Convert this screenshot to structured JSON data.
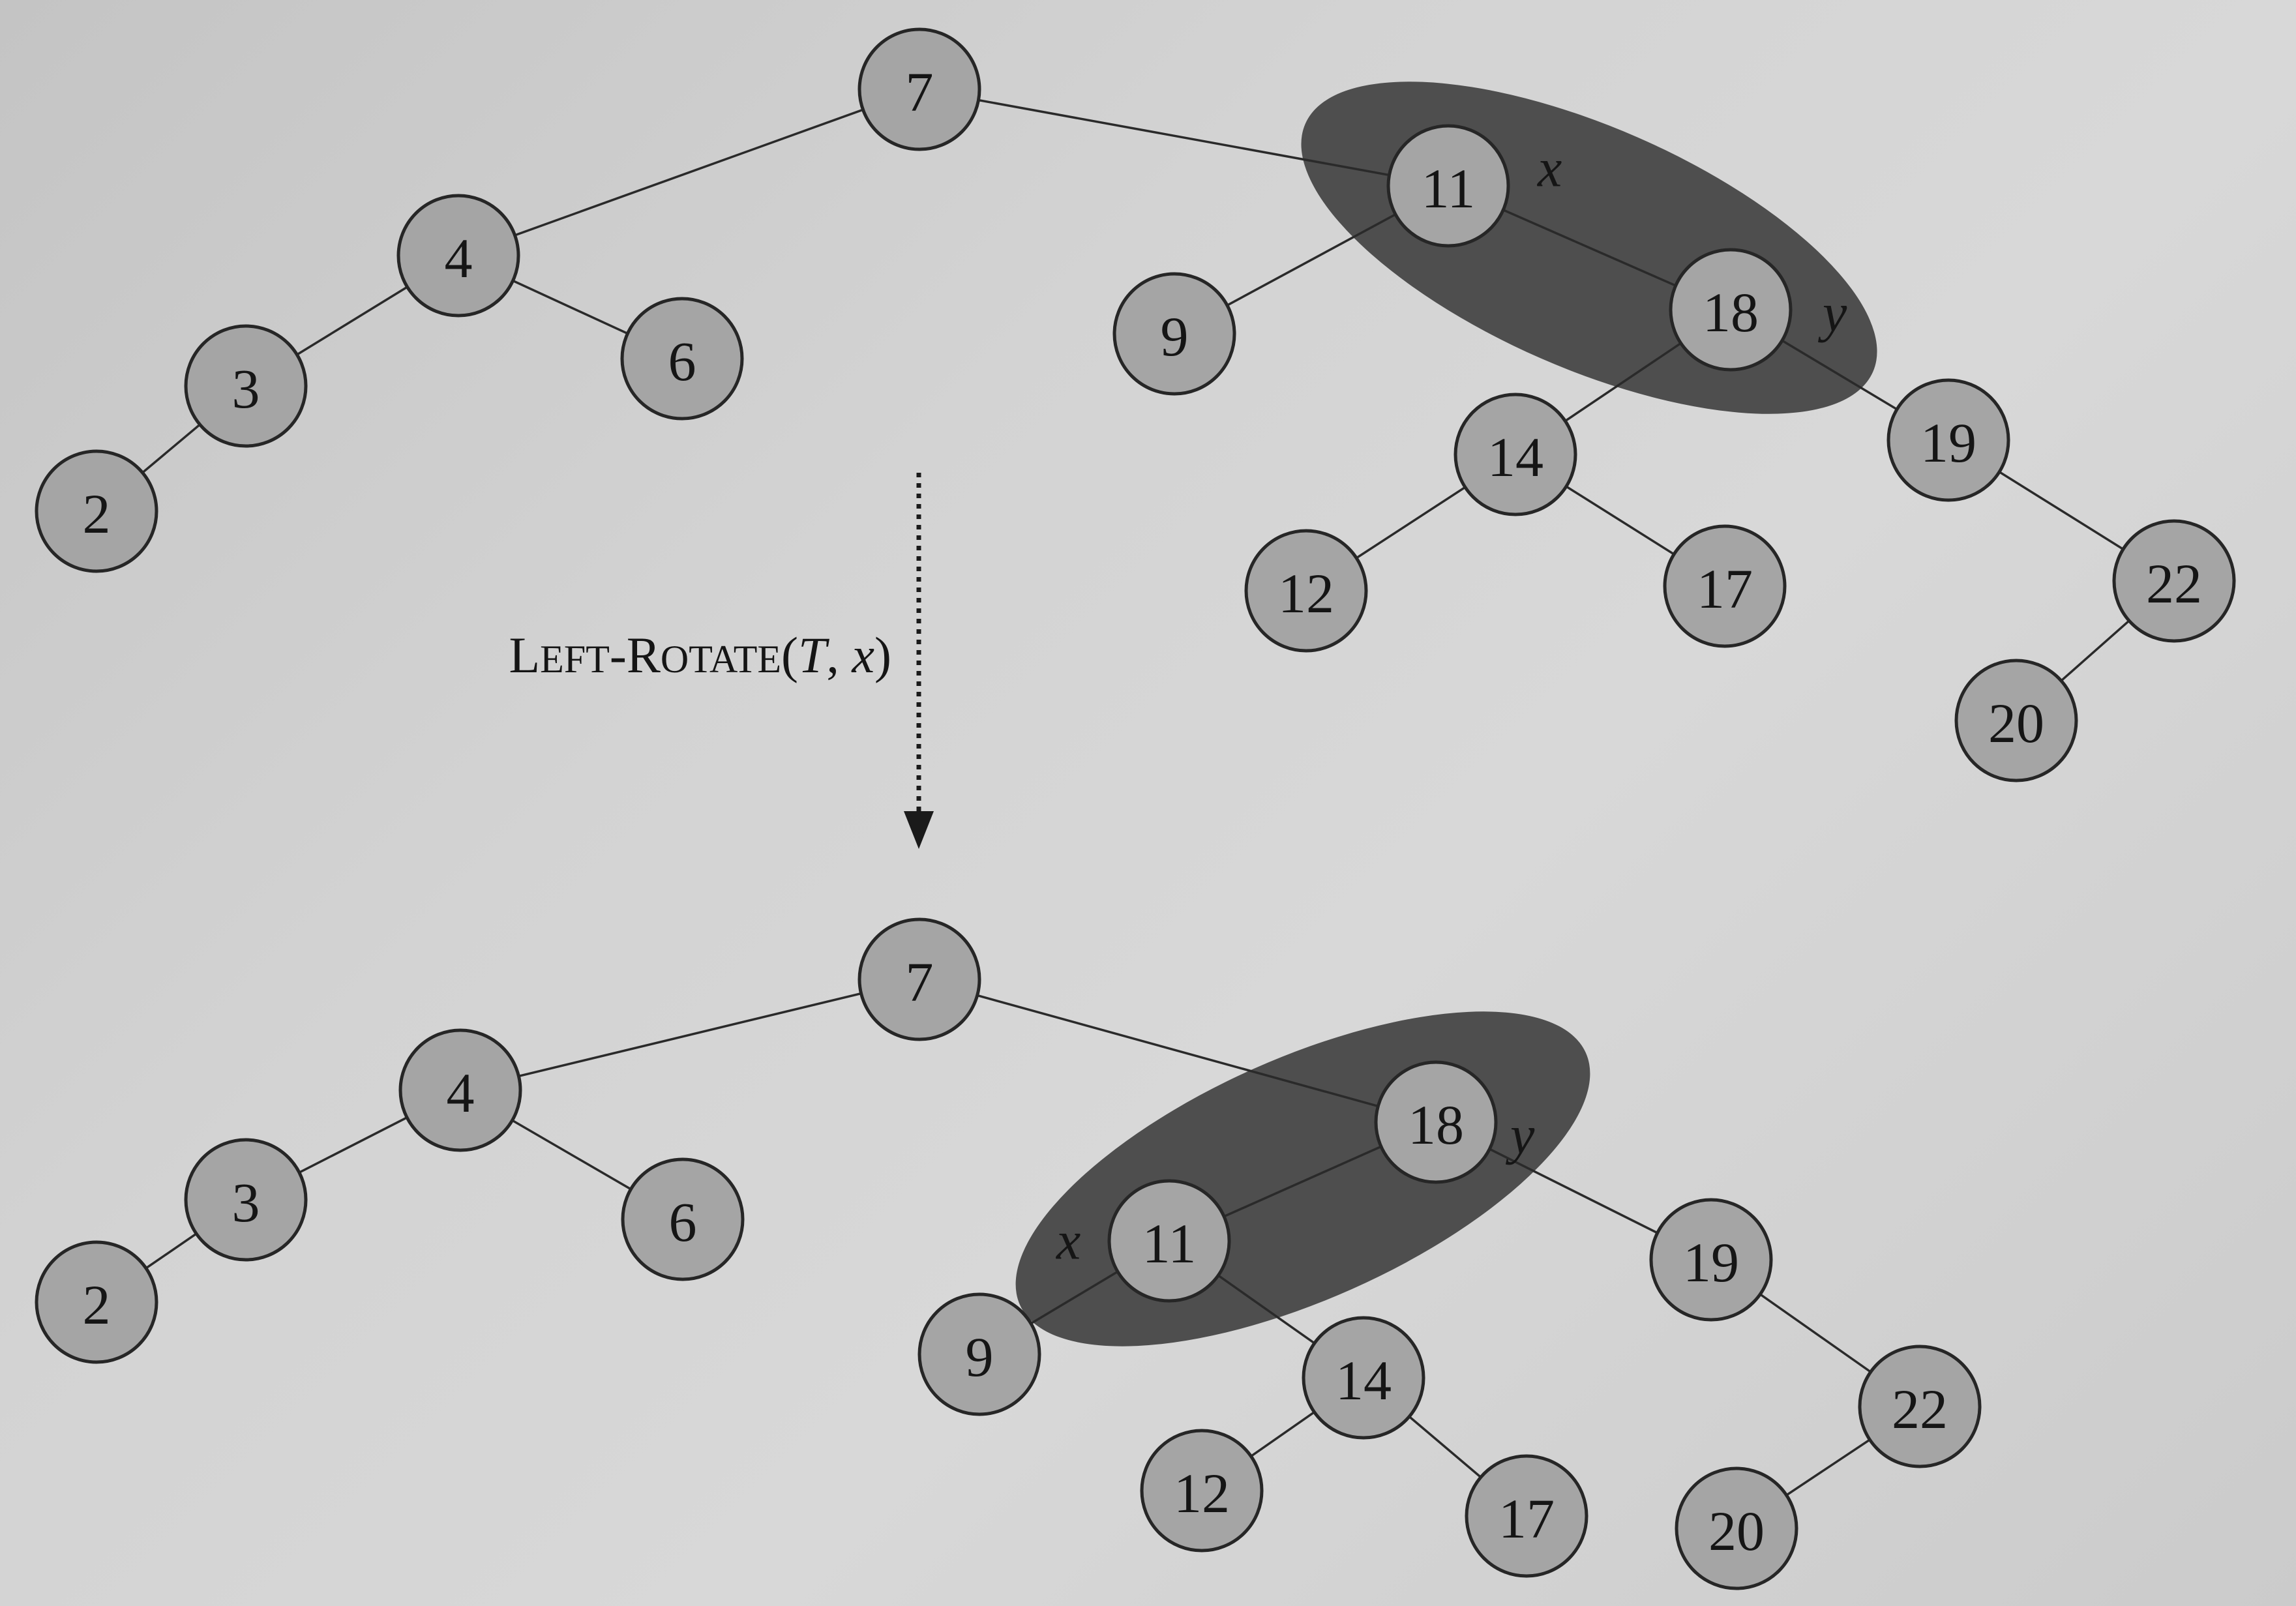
{
  "operation": {
    "name": "LEFT-ROTATE",
    "args": "(T, x)",
    "arg_tree": "T",
    "arg_node": "x"
  },
  "before": {
    "nodes": [
      {
        "id": "7",
        "label": "7"
      },
      {
        "id": "4",
        "label": "4"
      },
      {
        "id": "3",
        "label": "3"
      },
      {
        "id": "2",
        "label": "2"
      },
      {
        "id": "6",
        "label": "6"
      },
      {
        "id": "11",
        "label": "11"
      },
      {
        "id": "9",
        "label": "9"
      },
      {
        "id": "18",
        "label": "18"
      },
      {
        "id": "14",
        "label": "14"
      },
      {
        "id": "12",
        "label": "12"
      },
      {
        "id": "17",
        "label": "17"
      },
      {
        "id": "19",
        "label": "19"
      },
      {
        "id": "22",
        "label": "22"
      },
      {
        "id": "20",
        "label": "20"
      }
    ],
    "edges": [
      [
        "7",
        "4"
      ],
      [
        "4",
        "3"
      ],
      [
        "3",
        "2"
      ],
      [
        "4",
        "6"
      ],
      [
        "7",
        "11"
      ],
      [
        "11",
        "9"
      ],
      [
        "11",
        "18"
      ],
      [
        "18",
        "14"
      ],
      [
        "14",
        "12"
      ],
      [
        "14",
        "17"
      ],
      [
        "18",
        "19"
      ],
      [
        "19",
        "22"
      ],
      [
        "22",
        "20"
      ]
    ],
    "pointers": {
      "x": "11",
      "y": "18"
    },
    "highlighted": [
      "11",
      "18"
    ]
  },
  "after": {
    "nodes": [
      {
        "id": "7",
        "label": "7"
      },
      {
        "id": "4",
        "label": "4"
      },
      {
        "id": "3",
        "label": "3"
      },
      {
        "id": "2",
        "label": "2"
      },
      {
        "id": "6",
        "label": "6"
      },
      {
        "id": "18",
        "label": "18"
      },
      {
        "id": "11",
        "label": "11"
      },
      {
        "id": "9",
        "label": "9"
      },
      {
        "id": "14",
        "label": "14"
      },
      {
        "id": "12",
        "label": "12"
      },
      {
        "id": "17",
        "label": "17"
      },
      {
        "id": "19",
        "label": "19"
      },
      {
        "id": "22",
        "label": "22"
      },
      {
        "id": "20",
        "label": "20"
      }
    ],
    "edges": [
      [
        "7",
        "4"
      ],
      [
        "4",
        "3"
      ],
      [
        "3",
        "2"
      ],
      [
        "4",
        "6"
      ],
      [
        "7",
        "18"
      ],
      [
        "18",
        "11"
      ],
      [
        "11",
        "9"
      ],
      [
        "11",
        "14"
      ],
      [
        "14",
        "12"
      ],
      [
        "14",
        "17"
      ],
      [
        "18",
        "19"
      ],
      [
        "19",
        "22"
      ],
      [
        "22",
        "20"
      ]
    ],
    "pointers": {
      "x": "11",
      "y": "18"
    },
    "highlighted": [
      "11",
      "18"
    ]
  },
  "colors": {
    "node_fill": "#a5a5a5",
    "node_stroke": "#262626",
    "highlight": "#4e4e4e",
    "background": "#d2d2d2"
  }
}
